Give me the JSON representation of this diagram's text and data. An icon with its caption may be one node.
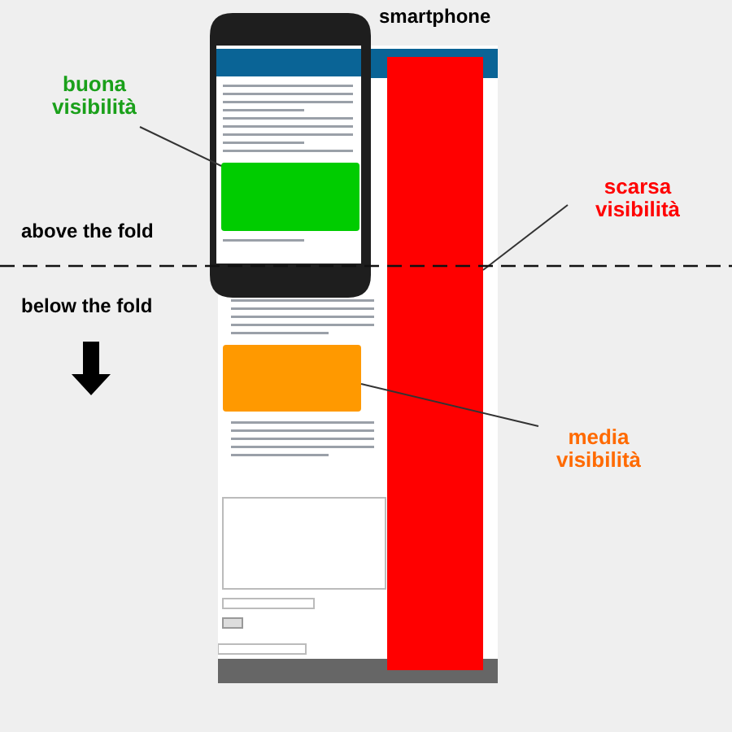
{
  "diagram": {
    "nodes": [
      {
        "text": [
          "buona visibilità"
        ]
      },
      {
        "text": [],
        "shape": "box"
      },
      {
        "text": [
          "scarsa visibilità"
        ]
      },
      {
        "text": [],
        "shape": "bar"
      },
      {
        "text": [
          "media visibilità"
        ]
      },
      {
        "text": [],
        "shape": "box"
      }
    ],
    "edges": [
      {
        "from": 0,
        "to": 1,
        "arrow": "none"
      },
      {
        "from": 2,
        "to": 3,
        "arrow": "none"
      },
      {
        "from": 4,
        "to": 5,
        "arrow": "none"
      }
    ],
    "labels": [
      "smartphone",
      "above the fold",
      "below the fold"
    ]
  }
}
